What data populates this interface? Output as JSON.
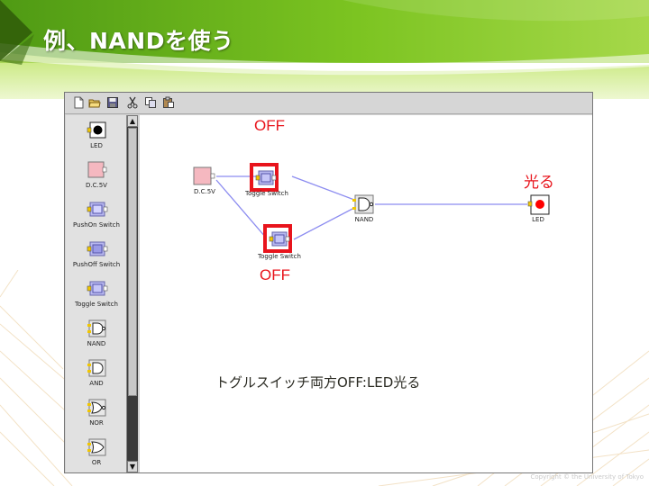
{
  "slide": {
    "title": "例、NANDを使う",
    "copyright": "Copyright © the University of Tokyo"
  },
  "colors": {
    "banner_green": "#6fb51c",
    "banner_dark": "#4a8a12",
    "highlight_red": "#e8141c",
    "wire": "#8c8cf0",
    "led_on": "#ff0000",
    "dc_fill": "#f5b8c0",
    "switch_fill": "#b8b8f0"
  },
  "toolbar": {
    "icons": [
      "new-file-icon",
      "open-folder-icon",
      "save-icon",
      "cut-icon",
      "copy-icon",
      "paste-icon"
    ]
  },
  "palette": {
    "items": [
      {
        "label": "LED",
        "icon": "led-icon"
      },
      {
        "label": "D.C.5V",
        "icon": "dc-source-icon"
      },
      {
        "label": "PushOn Switch",
        "icon": "pushon-switch-icon"
      },
      {
        "label": "PushOff Switch",
        "icon": "pushoff-switch-icon"
      },
      {
        "label": "Toggle Switch",
        "icon": "toggle-switch-icon"
      },
      {
        "label": "NAND",
        "icon": "nand-gate-icon"
      },
      {
        "label": "AND",
        "icon": "and-gate-icon"
      },
      {
        "label": "NOR",
        "icon": "nor-gate-icon"
      },
      {
        "label": "OR",
        "icon": "or-gate-icon"
      }
    ]
  },
  "scrollbar": {
    "up_glyph": "▲",
    "down_glyph": "▼"
  },
  "canvas": {
    "components": {
      "dc": {
        "label": "D.C.5V"
      },
      "switch_top": {
        "label": "Toggle Switch",
        "state": "OFF"
      },
      "switch_bottom": {
        "label": "Toggle Switch",
        "state": "OFF"
      },
      "nand": {
        "label": "NAND"
      },
      "led": {
        "label": "LED",
        "state": "光る"
      }
    },
    "callouts": {
      "top_switch": "OFF",
      "bottom_switch": "OFF",
      "led": "光る"
    },
    "caption": "トグルスイッチ両方OFF:LED光る"
  }
}
